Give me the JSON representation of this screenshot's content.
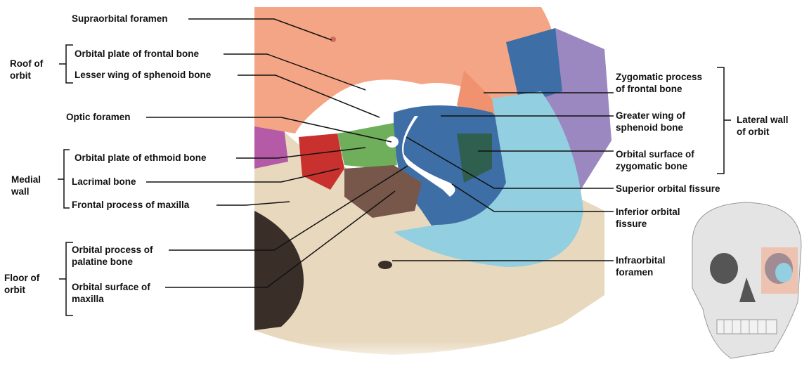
{
  "labels": {
    "supraorbital_foramen": "Supraorbital foramen",
    "orbital_plate_frontal": "Orbital plate of frontal bone",
    "lesser_wing_sphenoid": "Lesser wing of sphenoid bone",
    "optic_foramen": "Optic foramen",
    "orbital_plate_ethmoid": "Orbital plate of ethmoid bone",
    "lacrimal_bone": "Lacrimal bone",
    "frontal_process_maxilla": "Frontal process of maxilla",
    "orbital_process_palatine": [
      "Orbital process of",
      "palatine bone"
    ],
    "orbital_surface_maxilla": [
      "Orbital surface of",
      "maxilla"
    ],
    "zygomatic_process_frontal": [
      "Zygomatic process",
      "of frontal bone"
    ],
    "greater_wing_sphenoid": [
      "Greater wing of",
      "sphenoid bone"
    ],
    "orbital_surface_zygomatic": [
      "Orbital surface of",
      "zygomatic bone"
    ],
    "superior_orbital_fissure": "Superior orbital fissure",
    "inferior_orbital_fissure": [
      "Inferior orbital",
      "fissure"
    ],
    "infraorbital_foramen": [
      "Infraorbital",
      "foramen"
    ]
  },
  "groups": {
    "roof": [
      "Roof of",
      "orbit"
    ],
    "medial": [
      "Medial",
      "wall"
    ],
    "floor": [
      "Floor of",
      "orbit"
    ],
    "lateral": [
      "Lateral wall",
      "of orbit"
    ]
  },
  "colors": {
    "frontal": "#f4a585",
    "sphenoid": "#3e6ea6",
    "zygomatic": "#92cfe0",
    "ethmoid": "#6fae5a",
    "lacrimal": "#c9312e",
    "palatine": "#77574a",
    "maxilla": "#e8d8bd",
    "nasal": "#b45aa6",
    "parietal": "#9b88c0"
  }
}
